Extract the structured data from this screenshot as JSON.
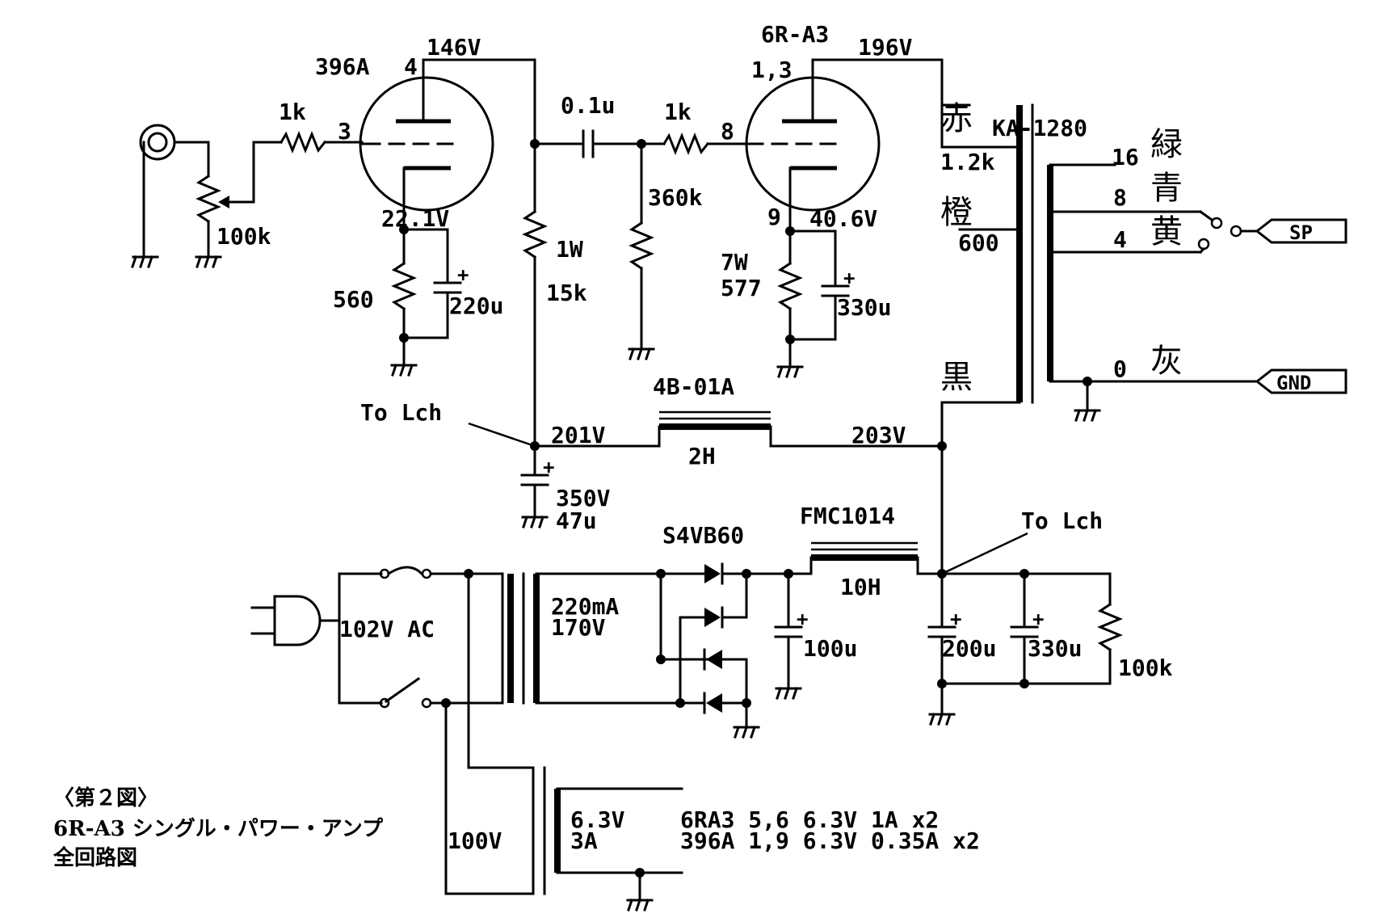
{
  "caption": {
    "line1": "〈第２図〉",
    "line2": "6R-A3 シングル・パワー・アンプ",
    "line3": "全回路図"
  },
  "tubes": {
    "v1_type": "396A",
    "v1_plate_pin": "4",
    "v1_grid_pin": "3",
    "v1_plate_v": "146V",
    "v1_cathode_v": "22.1V",
    "v2_type": "6R-A3",
    "v2_plate_pin": "1,3",
    "v2_grid_pin": "8",
    "v2_cathode_pin": "9",
    "v2_plate_v": "196V",
    "v2_cathode_v": "40.6V"
  },
  "components": {
    "input_r": "1k",
    "volume": "100k",
    "k1_r": "560",
    "k1_c": "220u",
    "plate_r_w": "1W",
    "plate_r": "15k",
    "coupling_c": "0.1u",
    "grid_stop": "1k",
    "grid_leak": "360k",
    "k2_r_w": "7W",
    "k2_r": "577",
    "k2_c": "330u",
    "choke1": "4B-01A",
    "choke1_h": "2H",
    "choke2": "FMC1014",
    "choke2_h": "10H",
    "b1_c_v": "350V",
    "b1_c": "47u",
    "rectifier": "S4VB60",
    "pt_secondary_a": "220mA",
    "pt_secondary_v": "170V",
    "mains": "102V AC",
    "c_100": "100u",
    "c_200": "200u",
    "c_330": "330u",
    "bleeder": "100k",
    "heater_primary": "100V",
    "heater_v": "6.3V",
    "heater_a": "3A",
    "heater_note1": "6RA3 5,6 6.3V 1A x2",
    "heater_note2": "396A 1,9 6.3V 0.35A x2"
  },
  "nodes": {
    "b1": "201V",
    "b2": "203V",
    "to_lch_1": "To Lch",
    "to_lch_2": "To Lch"
  },
  "output_transformer": {
    "model": "KA-1280",
    "primary_top_color": "赤",
    "primary_dcr": "1.2k",
    "tap_color": "橙",
    "impedance": "600",
    "primary_bottom_color": "黒",
    "tap16": "16",
    "tap8": "8",
    "tap4": "4",
    "tap0": "0",
    "col16": "緑",
    "col8": "青",
    "col4": "黄",
    "col0": "灰",
    "sp": "SP",
    "gnd": "GND"
  }
}
